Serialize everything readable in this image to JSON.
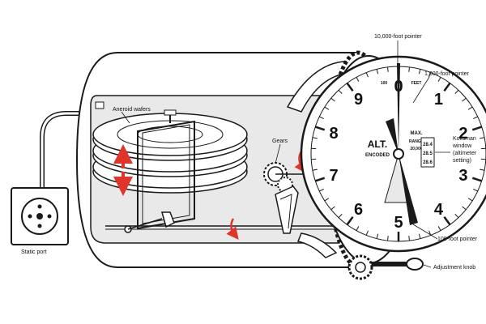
{
  "labels": {
    "pointer_10000": "10,000-foot pointer",
    "pointer_1000": "1,000-foot pointer",
    "kollsman_line1": "Kollsman",
    "kollsman_line2": "window",
    "kollsman_line3": "(altimeter",
    "kollsman_line4": "setting)",
    "pointer_100": "100-foot pointer",
    "adjustment_knob": "Adjustment knob",
    "static_port": "Static port",
    "aneroid_wafers": "Aneroid wafers",
    "gears": "Gears"
  },
  "dial": {
    "numerals": [
      "0",
      "1",
      "2",
      "3",
      "4",
      "5",
      "6",
      "7",
      "8",
      "9"
    ],
    "alt": "ALT.",
    "encoded": "ENCODED",
    "max": "MAX.",
    "range": "RANGE",
    "range_value": "20,000",
    "top_left": "100",
    "top_right": "FEET",
    "kollsman_digits": [
      "28.4",
      "28.5",
      "28.6"
    ]
  },
  "colors": {
    "outline": "#1a1a1a",
    "arrow": "#e0352b",
    "fill": "#ffffff",
    "shade": "#e9e9e9"
  }
}
